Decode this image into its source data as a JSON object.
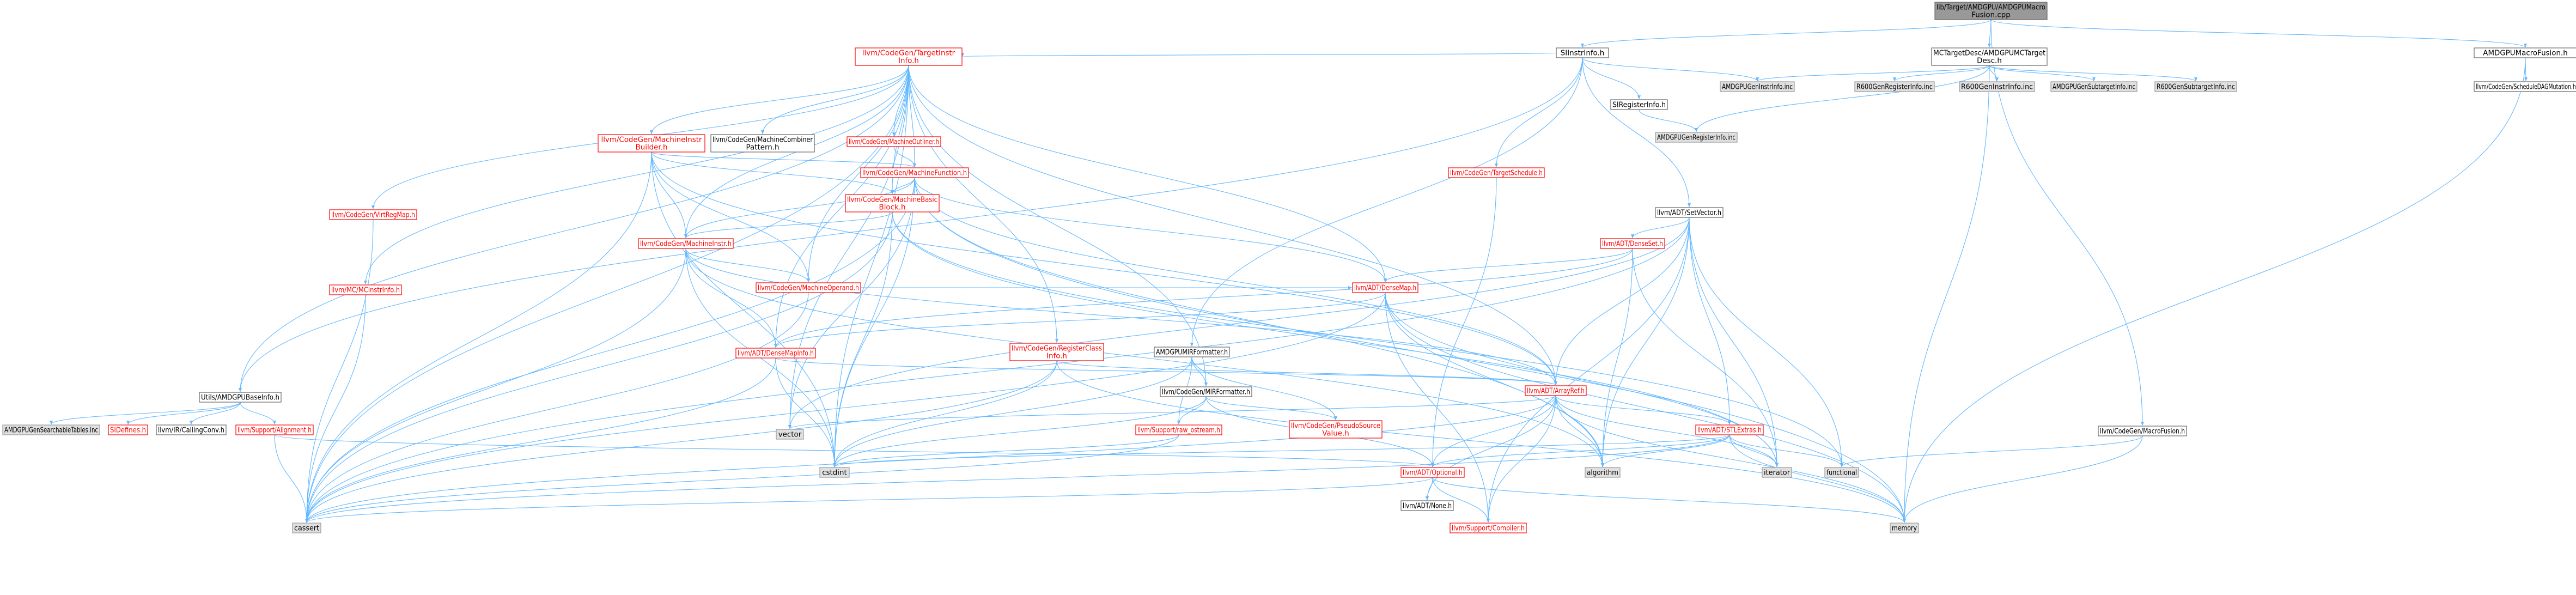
{
  "colors": {
    "edge": "#63b8ff",
    "root_fill": "#999999",
    "link_red": "#ff0000",
    "external_fill": "#e0e0e0",
    "border": "#666666"
  },
  "graph": {
    "type": "include-dependency-graph",
    "nodes": [
      {
        "id": "root",
        "label": [
          "lib/Target/AMDGPU/AMDGPUMacro",
          "Fusion.cpp"
        ],
        "kind": "root"
      },
      {
        "id": "siinstrinfo",
        "label": [
          "SIInstrInfo.h"
        ],
        "kind": "normal"
      },
      {
        "id": "mctargetdesc",
        "label": [
          "MCTargetDesc/AMDGPUMCTarget",
          "Desc.h"
        ],
        "kind": "normal"
      },
      {
        "id": "amdgpumacrofusion",
        "label": [
          "AMDGPUMacroFusion.h"
        ],
        "kind": "normal"
      },
      {
        "id": "sdagmutation",
        "label": [
          "llvm/CodeGen/ScheduleDAGMutation.h"
        ],
        "kind": "normal"
      },
      {
        "id": "targetinstrinfo",
        "label": [
          "llvm/CodeGen/TargetInstr",
          "Info.h"
        ],
        "kind": "red"
      },
      {
        "id": "siregisterinfo",
        "label": [
          "SIRegisterInfo.h"
        ],
        "kind": "normal"
      },
      {
        "id": "gen_instrinfo",
        "label": [
          "AMDGPUGenInstrInfo.inc"
        ],
        "kind": "gray"
      },
      {
        "id": "r600_reginfo",
        "label": [
          "R600GenRegisterInfo.inc"
        ],
        "kind": "gray"
      },
      {
        "id": "r600_instrinfo",
        "label": [
          "R600GenInstrInfo.inc"
        ],
        "kind": "gray"
      },
      {
        "id": "gen_subtarget",
        "label": [
          "AMDGPUGenSubtargetInfo.inc"
        ],
        "kind": "gray"
      },
      {
        "id": "r600_subtarget",
        "label": [
          "R600GenSubtargetInfo.inc"
        ],
        "kind": "gray"
      },
      {
        "id": "gen_reginfo",
        "label": [
          "AMDGPUGenRegisterInfo.inc"
        ],
        "kind": "gray"
      },
      {
        "id": "mi_builder",
        "label": [
          "llvm/CodeGen/MachineInstr",
          "Builder.h"
        ],
        "kind": "red"
      },
      {
        "id": "combiner_pattern",
        "label": [
          "llvm/CodeGen/MachineCombiner",
          "Pattern.h"
        ],
        "kind": "normal"
      },
      {
        "id": "outliner",
        "label": [
          "llvm/CodeGen/MachineOutliner.h"
        ],
        "kind": "red"
      },
      {
        "id": "machinefunction",
        "label": [
          "llvm/CodeGen/MachineFunction.h"
        ],
        "kind": "red"
      },
      {
        "id": "targetschedule",
        "label": [
          "llvm/CodeGen/TargetSchedule.h"
        ],
        "kind": "red"
      },
      {
        "id": "vregmap",
        "label": [
          "llvm/CodeGen/VirtRegMap.h"
        ],
        "kind": "red"
      },
      {
        "id": "mbb",
        "label": [
          "llvm/CodeGen/MachineBasic",
          "Block.h"
        ],
        "kind": "red"
      },
      {
        "id": "machineinstr",
        "label": [
          "llvm/CodeGen/MachineInstr.h"
        ],
        "kind": "red"
      },
      {
        "id": "machineoperand",
        "label": [
          "llvm/CodeGen/MachineOperand.h"
        ],
        "kind": "red"
      },
      {
        "id": "setvector",
        "label": [
          "llvm/ADT/SetVector.h"
        ],
        "kind": "normal"
      },
      {
        "id": "denseset",
        "label": [
          "llvm/ADT/DenseSet.h"
        ],
        "kind": "red"
      },
      {
        "id": "densemap",
        "label": [
          "llvm/ADT/DenseMap.h"
        ],
        "kind": "red"
      },
      {
        "id": "mcinstrinfo",
        "label": [
          "llvm/MC/MCInstrInfo.h"
        ],
        "kind": "red"
      },
      {
        "id": "densemapinfo",
        "label": [
          "llvm/ADT/DenseMapInfo.h"
        ],
        "kind": "red"
      },
      {
        "id": "regclassinfo",
        "label": [
          "llvm/CodeGen/RegisterClass",
          "Info.h"
        ],
        "kind": "red"
      },
      {
        "id": "amdgpumir",
        "label": [
          "AMDGPUMIRFormatter.h"
        ],
        "kind": "normal"
      },
      {
        "id": "mirformatter",
        "label": [
          "llvm/CodeGen/MIRFormatter.h"
        ],
        "kind": "normal"
      },
      {
        "id": "utils_baseinfo",
        "label": [
          "Utils/AMDGPUBaseInfo.h"
        ],
        "kind": "normal"
      },
      {
        "id": "searchable",
        "label": [
          "AMDGPUGenSearchableTables.inc"
        ],
        "kind": "gray"
      },
      {
        "id": "sidefines",
        "label": [
          "SIDefines.h"
        ],
        "kind": "red"
      },
      {
        "id": "callingconv",
        "label": [
          "llvm/IR/CallingConv.h"
        ],
        "kind": "normal"
      },
      {
        "id": "alignment",
        "label": [
          "llvm/Support/Alignment.h"
        ],
        "kind": "red"
      },
      {
        "id": "arrayref",
        "label": [
          "llvm/ADT/ArrayRef.h"
        ],
        "kind": "red"
      },
      {
        "id": "stlextras",
        "label": [
          "llvm/ADT/STLExtras.h"
        ],
        "kind": "red"
      },
      {
        "id": "pseudosource",
        "label": [
          "llvm/CodeGen/PseudoSource",
          "Value.h"
        ],
        "kind": "red"
      },
      {
        "id": "raw_ostream",
        "label": [
          "llvm/Support/raw_ostream.h"
        ],
        "kind": "red"
      },
      {
        "id": "optional",
        "label": [
          "llvm/ADT/Optional.h"
        ],
        "kind": "red"
      },
      {
        "id": "none",
        "label": [
          "llvm/ADT/None.h"
        ],
        "kind": "normal"
      },
      {
        "id": "compiler",
        "label": [
          "llvm/Support/Compiler.h"
        ],
        "kind": "red"
      },
      {
        "id": "cg_macrofusion",
        "label": [
          "llvm/CodeGen/MacroFusion.h"
        ],
        "kind": "normal"
      },
      {
        "id": "vector",
        "label": [
          "vector"
        ],
        "kind": "gray"
      },
      {
        "id": "cstdint",
        "label": [
          "cstdint"
        ],
        "kind": "gray"
      },
      {
        "id": "cassert",
        "label": [
          "cassert"
        ],
        "kind": "gray"
      },
      {
        "id": "algorithm",
        "label": [
          "algorithm"
        ],
        "kind": "gray"
      },
      {
        "id": "iterator",
        "label": [
          "iterator"
        ],
        "kind": "gray"
      },
      {
        "id": "functional",
        "label": [
          "functional"
        ],
        "kind": "gray"
      },
      {
        "id": "memory",
        "label": [
          "memory"
        ],
        "kind": "gray"
      }
    ],
    "edges": [
      [
        "root",
        "siinstrinfo"
      ],
      [
        "root",
        "mctargetdesc"
      ],
      [
        "root",
        "amdgpumacrofusion"
      ],
      [
        "root",
        "cg_macrofusion"
      ],
      [
        "amdgpumacrofusion",
        "sdagmutation"
      ],
      [
        "amdgpumacrofusion",
        "memory"
      ],
      [
        "mctargetdesc",
        "memory"
      ],
      [
        "mctargetdesc",
        "gen_instrinfo"
      ],
      [
        "mctargetdesc",
        "r600_reginfo"
      ],
      [
        "mctargetdesc",
        "r600_instrinfo"
      ],
      [
        "mctargetdesc",
        "gen_subtarget"
      ],
      [
        "mctargetdesc",
        "r600_subtarget"
      ],
      [
        "mctargetdesc",
        "gen_reginfo"
      ],
      [
        "siinstrinfo",
        "targetinstrinfo"
      ],
      [
        "siinstrinfo",
        "siregisterinfo"
      ],
      [
        "siinstrinfo",
        "gen_instrinfo"
      ],
      [
        "siinstrinfo",
        "amdgpumir"
      ],
      [
        "siinstrinfo",
        "utils_baseinfo"
      ],
      [
        "siinstrinfo",
        "setvector"
      ],
      [
        "siinstrinfo",
        "targetschedule"
      ],
      [
        "siregisterinfo",
        "gen_reginfo"
      ],
      [
        "targetinstrinfo",
        "mi_builder"
      ],
      [
        "targetinstrinfo",
        "combiner_pattern"
      ],
      [
        "targetinstrinfo",
        "outliner"
      ],
      [
        "targetinstrinfo",
        "machinefunction"
      ],
      [
        "targetinstrinfo",
        "vregmap"
      ],
      [
        "targetinstrinfo",
        "mbb"
      ],
      [
        "targetinstrinfo",
        "machineinstr"
      ],
      [
        "targetinstrinfo",
        "machineoperand"
      ],
      [
        "targetinstrinfo",
        "mcinstrinfo"
      ],
      [
        "targetinstrinfo",
        "densemap"
      ],
      [
        "targetinstrinfo",
        "densemapinfo"
      ],
      [
        "targetinstrinfo",
        "regclassinfo"
      ],
      [
        "targetinstrinfo",
        "mirformatter"
      ],
      [
        "targetinstrinfo",
        "arrayref"
      ],
      [
        "targetinstrinfo",
        "vector"
      ],
      [
        "targetinstrinfo",
        "cstdint"
      ],
      [
        "targetinstrinfo",
        "cassert"
      ],
      [
        "targetinstrinfo",
        "utils_baseinfo"
      ],
      [
        "mi_builder",
        "machinefunction"
      ],
      [
        "mi_builder",
        "mbb"
      ],
      [
        "mi_builder",
        "machineinstr"
      ],
      [
        "mi_builder",
        "machineoperand"
      ],
      [
        "mi_builder",
        "arrayref"
      ],
      [
        "mi_builder",
        "cassert"
      ],
      [
        "mi_builder",
        "cstdint"
      ],
      [
        "outliner",
        "machinefunction"
      ],
      [
        "machinefunction",
        "mbb"
      ],
      [
        "machinefunction",
        "machineinstr"
      ],
      [
        "machinefunction",
        "densemap"
      ],
      [
        "machinefunction",
        "arrayref"
      ],
      [
        "machinefunction",
        "vector"
      ],
      [
        "machinefunction",
        "cassert"
      ],
      [
        "machinefunction",
        "cstdint"
      ],
      [
        "machinefunction",
        "memory"
      ],
      [
        "machinefunction",
        "algorithm"
      ],
      [
        "mbb",
        "machineinstr"
      ],
      [
        "mbb",
        "iterator"
      ],
      [
        "mbb",
        "functional"
      ],
      [
        "mbb",
        "cstdint"
      ],
      [
        "mbb",
        "cassert"
      ],
      [
        "machineinstr",
        "machineoperand"
      ],
      [
        "machineinstr",
        "densemapinfo"
      ],
      [
        "machineinstr",
        "arrayref"
      ],
      [
        "machineinstr",
        "cassert"
      ],
      [
        "machineinstr",
        "cstdint"
      ],
      [
        "machineinstr",
        "algorithm"
      ],
      [
        "machineoperand",
        "densemap"
      ],
      [
        "machineoperand",
        "cassert"
      ],
      [
        "targetschedule",
        "optional"
      ],
      [
        "vregmap",
        "cassert"
      ],
      [
        "setvector",
        "denseset"
      ],
      [
        "setvector",
        "arrayref"
      ],
      [
        "setvector",
        "stlextras"
      ],
      [
        "setvector",
        "vector"
      ],
      [
        "setvector",
        "cassert"
      ],
      [
        "setvector",
        "iterator"
      ],
      [
        "setvector",
        "algorithm"
      ],
      [
        "setvector",
        "compiler"
      ],
      [
        "setvector",
        "functional"
      ],
      [
        "denseset",
        "densemap"
      ],
      [
        "denseset",
        "densemapinfo"
      ],
      [
        "denseset",
        "algorithm"
      ],
      [
        "denseset",
        "iterator"
      ],
      [
        "densemap",
        "densemapinfo"
      ],
      [
        "densemap",
        "algorithm"
      ],
      [
        "densemap",
        "cassert"
      ],
      [
        "densemap",
        "iterator"
      ],
      [
        "densemap",
        "memory"
      ],
      [
        "densemap",
        "compiler"
      ],
      [
        "densemapinfo",
        "cassert"
      ],
      [
        "densemapinfo",
        "cstdint"
      ],
      [
        "densemapinfo",
        "arrayref"
      ],
      [
        "mcinstrinfo",
        "cassert"
      ],
      [
        "regclassinfo",
        "arrayref"
      ],
      [
        "regclassinfo",
        "cstdint"
      ],
      [
        "regclassinfo",
        "memory"
      ],
      [
        "regclassinfo",
        "cassert"
      ],
      [
        "amdgpumir",
        "mirformatter"
      ],
      [
        "amdgpumir",
        "pseudosource"
      ],
      [
        "amdgpumir",
        "raw_ostream"
      ],
      [
        "amdgpumir",
        "cstdint"
      ],
      [
        "mirformatter",
        "pseudosource"
      ],
      [
        "mirformatter",
        "raw_ostream"
      ],
      [
        "mirformatter",
        "optional"
      ],
      [
        "mirformatter",
        "cstdint"
      ],
      [
        "utils_baseinfo",
        "searchable"
      ],
      [
        "utils_baseinfo",
        "sidefines"
      ],
      [
        "utils_baseinfo",
        "callingconv"
      ],
      [
        "utils_baseinfo",
        "alignment"
      ],
      [
        "alignment",
        "optional"
      ],
      [
        "alignment",
        "cassert"
      ],
      [
        "arrayref",
        "stlextras"
      ],
      [
        "arrayref",
        "optional"
      ],
      [
        "arrayref",
        "none"
      ],
      [
        "arrayref",
        "compiler"
      ],
      [
        "arrayref",
        "algorithm"
      ],
      [
        "arrayref",
        "cassert"
      ],
      [
        "arrayref",
        "iterator"
      ],
      [
        "arrayref",
        "memory"
      ],
      [
        "arrayref",
        "vector"
      ],
      [
        "stlextras",
        "optional"
      ],
      [
        "stlextras",
        "algorithm"
      ],
      [
        "stlextras",
        "cassert"
      ],
      [
        "stlextras",
        "cstdint"
      ],
      [
        "stlextras",
        "iterator"
      ],
      [
        "stlextras",
        "memory"
      ],
      [
        "stlextras",
        "functional"
      ],
      [
        "raw_ostream",
        "cassert"
      ],
      [
        "raw_ostream",
        "cstdint"
      ],
      [
        "optional",
        "none"
      ],
      [
        "optional",
        "compiler"
      ],
      [
        "optional",
        "cassert"
      ],
      [
        "optional",
        "memory"
      ],
      [
        "cg_macrofusion",
        "functional"
      ],
      [
        "cg_macrofusion",
        "memory"
      ]
    ]
  }
}
